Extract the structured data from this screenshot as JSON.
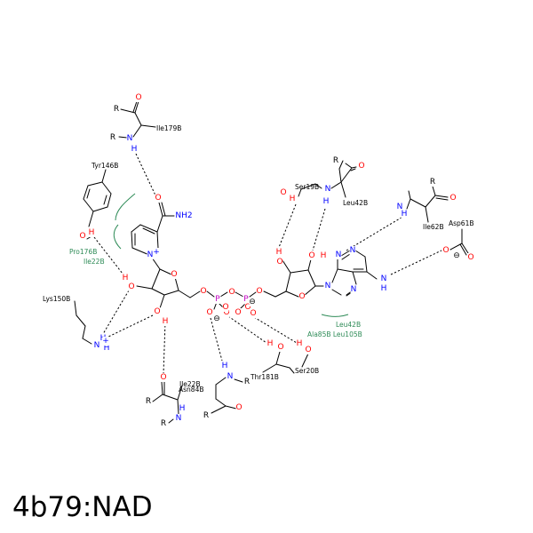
{
  "caption": "4b79:NAD",
  "colors": {
    "carbon": "#000000",
    "oxygen": "#ff0000",
    "nitrogen": "#0000ff",
    "phosphorus": "#c000c0",
    "hydrophobic": "#2e8b57"
  },
  "atoms": {
    "o_ile179": "O",
    "r_ile179a": "R",
    "r_ile179b": "R",
    "n_ile179": "N",
    "h_ile179": "H",
    "o_nic_amide": "O",
    "n_nic_amide": "NH2",
    "n_nic_ring": "N",
    "n_nic_charge": "+",
    "o_tyr146": "O",
    "h_tyr146": "H",
    "o_ribn_ring": "O",
    "o_ribn_2": "O",
    "h_ribn_2": "H",
    "o_ribn_3": "O",
    "h_ribn_3": "H",
    "o_ribn_5": "O",
    "p_a": "P",
    "o_pa_top": "O",
    "o_pa_b1": "O",
    "o_pa_b2": "O",
    "minus_pa": "⊖",
    "o_bridge": "O",
    "p_b": "P",
    "o_pb_top": "O",
    "o_pb_b1": "O",
    "o_pb_b2": "O",
    "minus_pb": "⊖",
    "o_riba_5": "O",
    "o_riba_ring": "O",
    "o_riba_2": "O",
    "h_riba_2": "H",
    "o_riba_3": "O",
    "h_riba_3": "H",
    "n_ad_9": "N",
    "n_ad_3": "N",
    "n_ad_1": "N",
    "n_ad_7": "N",
    "n_ad_6": "N",
    "h_ad_6": "H",
    "o_ser19": "O",
    "h_ser19": "H",
    "n_ser19": "N",
    "h_ser19n": "H",
    "r_leu42": "R",
    "o_leu42": "O",
    "r_ile62": "R",
    "o_ile62": "O",
    "n_ile62": "N",
    "h_ile62": "H",
    "o_asp61a": "O",
    "o_asp61b": "O",
    "minus_asp61": "⊖",
    "n_lys150": "N",
    "h_lys150a": "H",
    "h_lys150b": "H",
    "plus_lys150": "+",
    "o_ile22": "O",
    "r_ile22a": "R",
    "r_ile22b": "R",
    "n_ile22": "N",
    "h_ile22": "H",
    "o_asn84": "O",
    "r_asn84": "R",
    "n_asn84": "N",
    "h_asn84": "H",
    "r_asn84b": "R",
    "o_thr181": "O",
    "h_thr181": "H",
    "o_ser20": "O",
    "h_ser20": "H"
  },
  "residues": {
    "ile179": "Ile179B",
    "tyr146": "Tyr146B",
    "pro176": "Pro176B",
    "ile22_hyd": "Ile22B",
    "lys150": "Lys150B",
    "ser19": "Ser19B",
    "leu42_top": "Leu42B",
    "ile62": "Ile62B",
    "asp61": "Asp61B",
    "leu42_hyd": "Leu42B",
    "ala85_leu105": "Ala85B Leu105B",
    "ile22": "Ile22B",
    "asn84": "Asn84B",
    "thr181": "Thr181B",
    "ser20": "Ser20B"
  }
}
